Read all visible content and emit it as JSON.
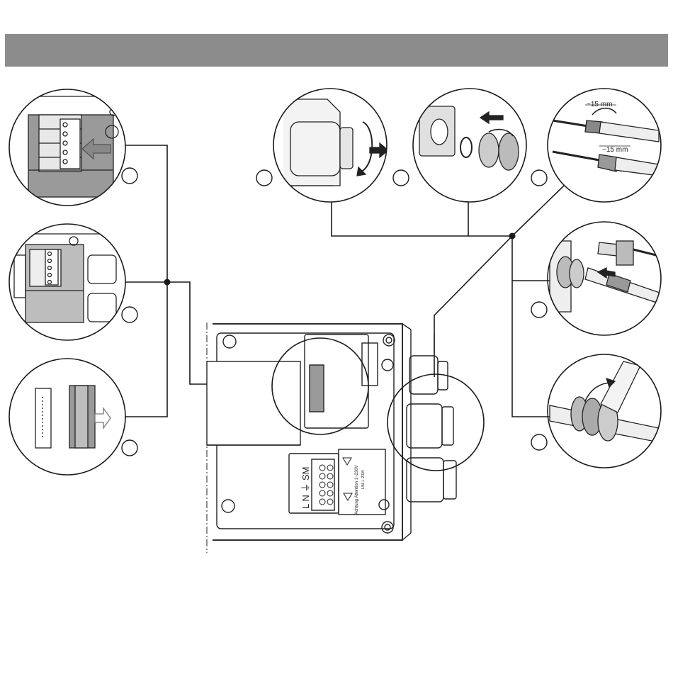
{
  "header": {
    "title": ""
  },
  "dimension_label": "~15 mm",
  "terminal_labels": "L N ⏚ SM",
  "warning_label": "Achtung Attention 1~230V",
  "sub_label": "L/N/⏚ 230V",
  "step_circles": [
    "",
    "",
    "",
    "",
    "",
    "",
    "",
    "",
    ""
  ],
  "colors": {
    "header_bar": "#8c8c8c",
    "line": "#1a1a1a",
    "panel_gray": "#9a9a9a"
  }
}
